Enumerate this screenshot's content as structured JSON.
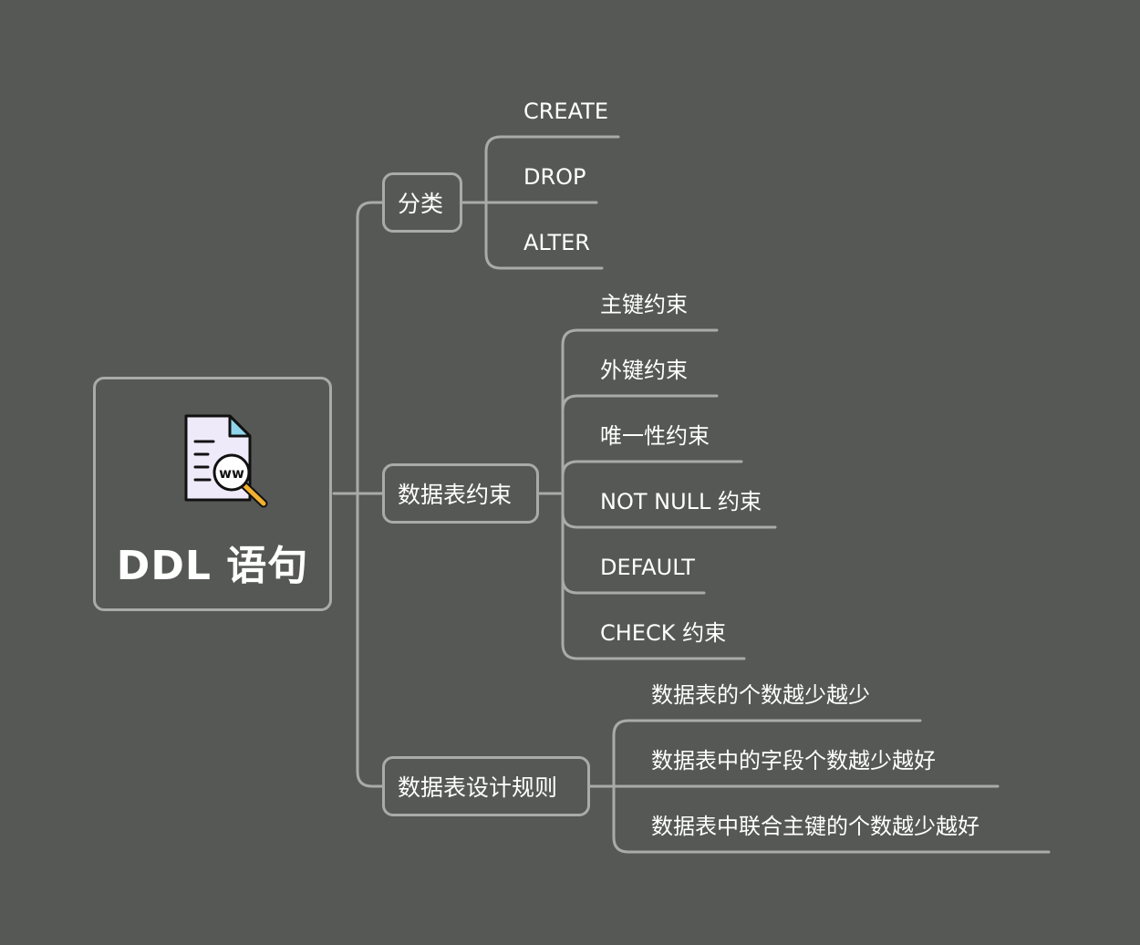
{
  "root": {
    "title": "DDL 语句",
    "icon": "web-document-search-icon"
  },
  "branches": [
    {
      "label": "分类",
      "children": [
        "CREATE",
        "DROP",
        "ALTER"
      ]
    },
    {
      "label": "数据表约束",
      "children": [
        "主键约束",
        "外键约束",
        "唯一性约束",
        "NOT NULL 约束",
        "DEFAULT",
        "CHECK 约束"
      ]
    },
    {
      "label": "数据表设计规则",
      "children": [
        "数据表的个数越少越少",
        "数据表中的字段个数越少越好",
        "数据表中联合主键的个数越少越好"
      ]
    }
  ],
  "colors": {
    "background": "#565855",
    "line": "#a9aba8",
    "text": "#ffffff"
  }
}
